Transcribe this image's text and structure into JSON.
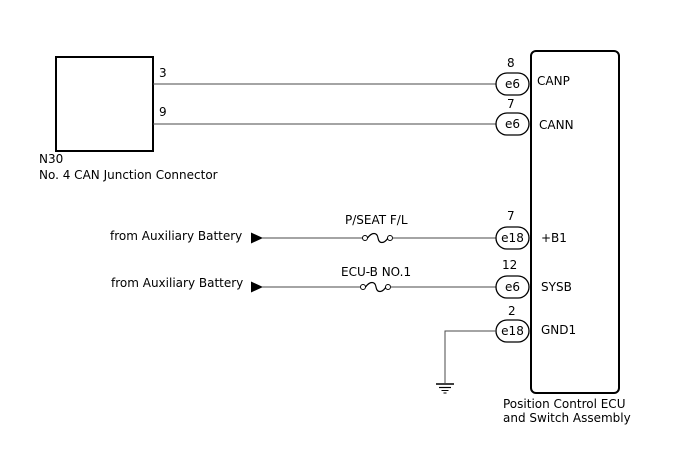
{
  "connector": {
    "id": "N30",
    "name": "No. 4 CAN Junction Connector",
    "pins": [
      "3",
      "9"
    ]
  },
  "ecu": {
    "name_line1": "Position Control ECU",
    "name_line2": "and Switch Assembly"
  },
  "terminals": [
    {
      "pin": "8",
      "connector": "e6",
      "signal": "CANP"
    },
    {
      "pin": "7",
      "connector": "e6",
      "signal": "CANN"
    },
    {
      "pin": "7",
      "connector": "e18",
      "signal": "+B1"
    },
    {
      "pin": "12",
      "connector": "e6",
      "signal": "SYSB"
    },
    {
      "pin": "2",
      "connector": "e18",
      "signal": "GND1"
    }
  ],
  "power_sources": [
    {
      "label": "from Auxiliary Battery",
      "fuse": "P/SEAT F/L"
    },
    {
      "label": "from Auxiliary Battery",
      "fuse": "ECU-B NO.1"
    }
  ],
  "icons": {
    "ground": "ground-icon",
    "fuse": "fuse-icon",
    "arrow": "arrow-right-icon"
  }
}
